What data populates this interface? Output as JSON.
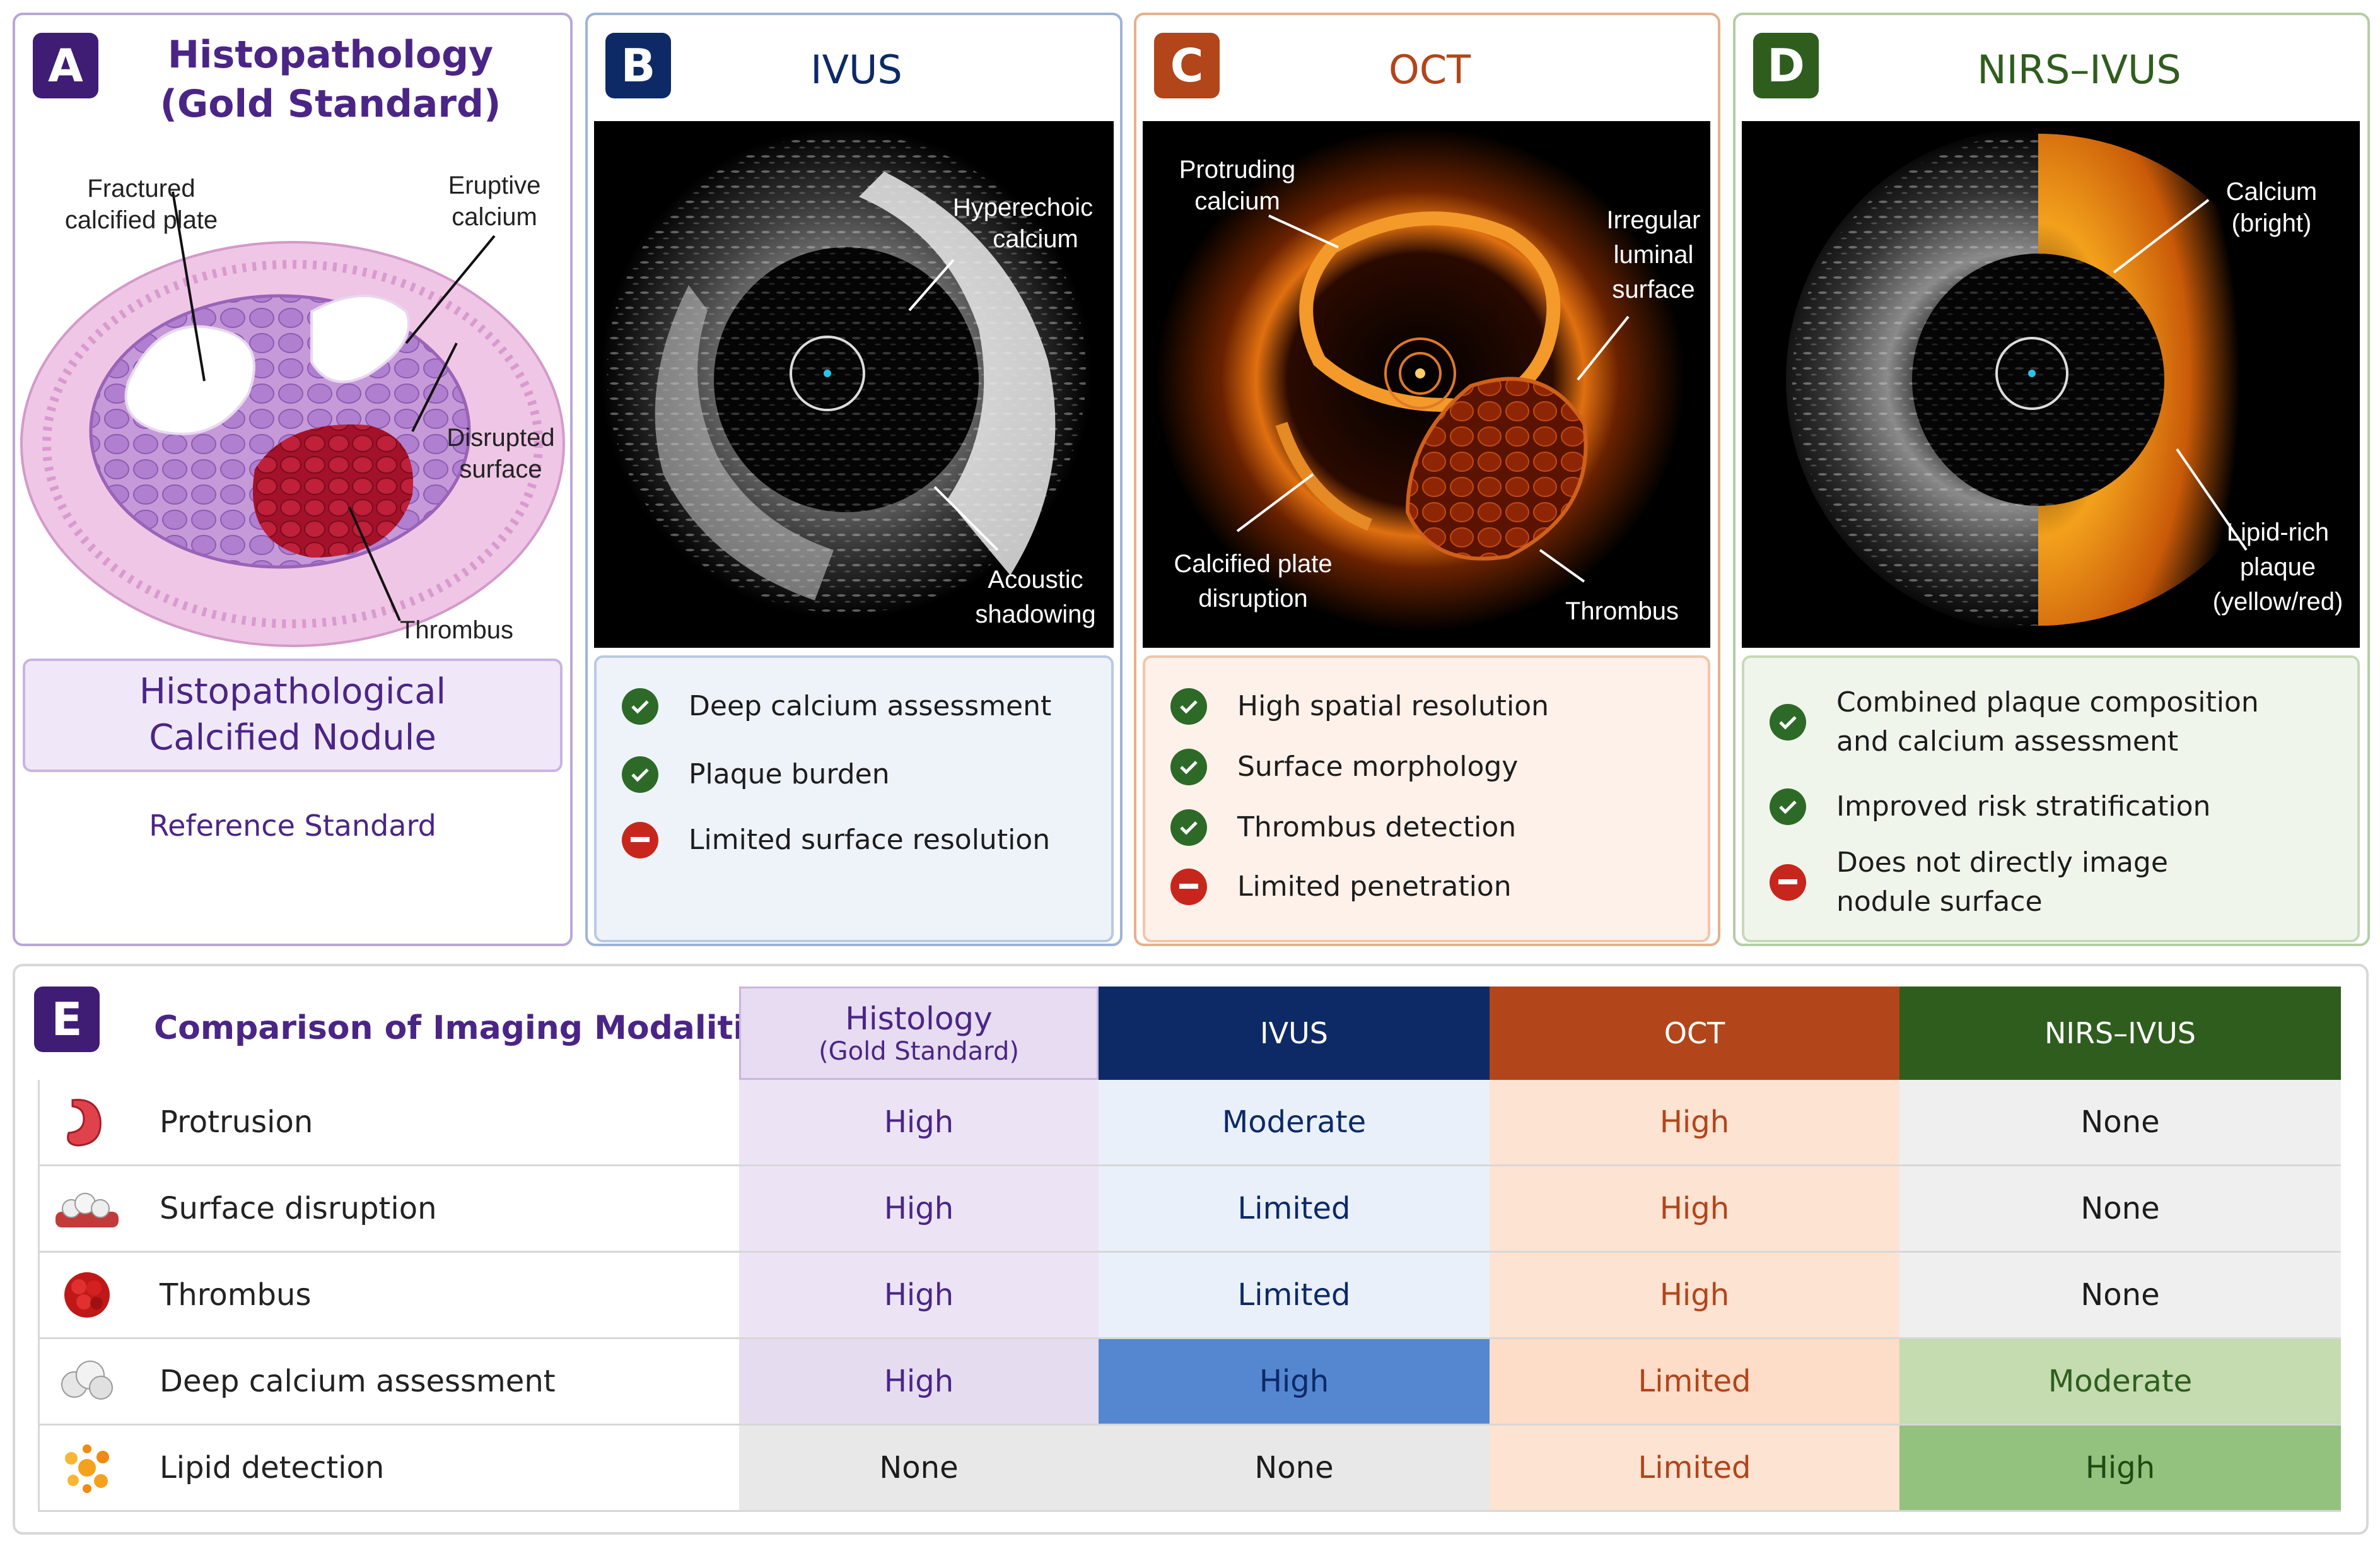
{
  "panel_a": {
    "badge": "A",
    "title_line1": "Histopathology",
    "title_line2": "(Gold Standard)",
    "labels": {
      "fractured_1": "Fractured",
      "fractured_2": "calcified plate",
      "eruptive_1": "Eruptive",
      "eruptive_2": "calcium",
      "disrupted_1": "Disrupted",
      "disrupted_2": "surface",
      "thrombus": "Thrombus"
    },
    "box_line1": "Histopathological",
    "box_line2": "Calcified Nodule",
    "reference": "Reference Standard"
  },
  "panel_b": {
    "badge": "B",
    "title": "IVUS",
    "labels": {
      "hyper_1": "Hyperechoic",
      "hyper_2": "calcium",
      "acoustic_1": "Acoustic",
      "acoustic_2": "shadowing"
    },
    "features": [
      {
        "text": "Deep calcium assessment",
        "status": "ok"
      },
      {
        "text": "Plaque burden",
        "status": "ok"
      },
      {
        "text": "Limited surface resolution",
        "status": "no"
      }
    ]
  },
  "panel_c": {
    "badge": "C",
    "title": "OCT",
    "labels": {
      "protruding_1": "Protruding",
      "protruding_2": "calcium",
      "irregular_1": "Irregular",
      "irregular_2": "luminal",
      "irregular_3": "surface",
      "calcified_1": "Calcified plate",
      "calcified_2": "disruption",
      "thrombus": "Thrombus"
    },
    "features": [
      {
        "text": "High spatial resolution",
        "status": "ok"
      },
      {
        "text": "Surface morphology",
        "status": "ok"
      },
      {
        "text": "Thrombus detection",
        "status": "ok"
      },
      {
        "text": "Limited penetration",
        "status": "no"
      }
    ]
  },
  "panel_d": {
    "badge": "D",
    "title": "NIRS–IVUS",
    "labels": {
      "calcium_1": "Calcium",
      "calcium_2": "(bright)",
      "lipid_1": "Lipid-rich",
      "lipid_2": "plaque",
      "lipid_3": "(yellow/red)"
    },
    "features": [
      {
        "text_1": "Combined plaque composition",
        "text_2": "and calcium assessment",
        "status": "ok"
      },
      {
        "text_1": "Improved risk stratification",
        "text_2": "",
        "status": "ok"
      },
      {
        "text_1": "Does not directly image",
        "text_2": "nodule surface",
        "status": "no"
      }
    ]
  },
  "panel_e": {
    "badge": "E",
    "title": "Comparison of Imaging Modalities",
    "columns": [
      {
        "label": "Histology",
        "sub": "(Gold Standard)"
      },
      {
        "label": "IVUS",
        "sub": ""
      },
      {
        "label": "OCT",
        "sub": ""
      },
      {
        "label": "NIRS–IVUS",
        "sub": ""
      }
    ],
    "rows": [
      {
        "label": "Protrusion",
        "icon": "protrusion-icon",
        "values": [
          "High",
          "Moderate",
          "High",
          "None"
        ]
      },
      {
        "label": "Surface disruption",
        "icon": "surface-disruption-icon",
        "values": [
          "High",
          "Limited",
          "High",
          "None"
        ]
      },
      {
        "label": "Thrombus",
        "icon": "thrombus-icon",
        "values": [
          "High",
          "Limited",
          "High",
          "None"
        ]
      },
      {
        "label": "Deep calcium assessment",
        "icon": "calcium-icon",
        "values": [
          "High",
          "High",
          "Limited",
          "Moderate"
        ]
      },
      {
        "label": "Lipid detection",
        "icon": "lipid-icon",
        "values": [
          "None",
          "None",
          "Limited",
          "High"
        ]
      }
    ]
  },
  "colors": {
    "histology": "#4b2586",
    "ivus": "#0d2a66",
    "oct": "#b2451a",
    "nirs": "#2f5d1e",
    "check": "#2d6a27",
    "minus": "#c7261c"
  }
}
